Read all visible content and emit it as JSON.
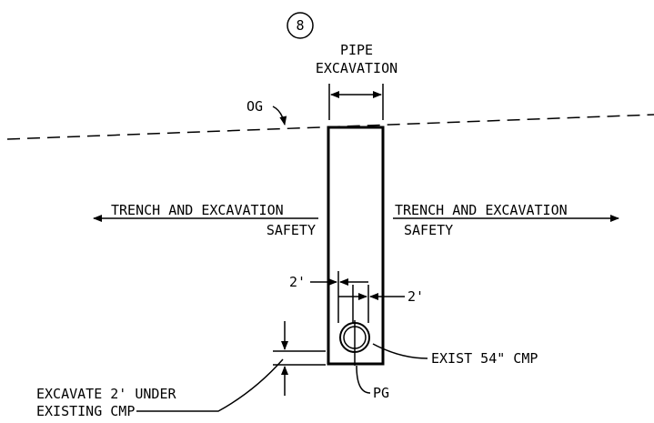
{
  "detail_number": "8",
  "labels": {
    "pipe_excavation_line1": "PIPE",
    "pipe_excavation_line2": "EXCAVATION",
    "og": "OG",
    "trench_left_line1": "TRENCH AND EXCAVATION",
    "trench_left_line2": "SAFETY",
    "trench_right_line1": "TRENCH AND EXCAVATION",
    "trench_right_line2": "SAFETY",
    "dim_left": "2'",
    "dim_right": "2'",
    "exist_cmp": "EXIST 54\" CMP",
    "pg": "PG",
    "excavate_line1": "EXCAVATE 2' UNDER",
    "excavate_line2": "EXISTING CMP"
  },
  "colors": {
    "line": "#000000",
    "background": "#ffffff"
  }
}
